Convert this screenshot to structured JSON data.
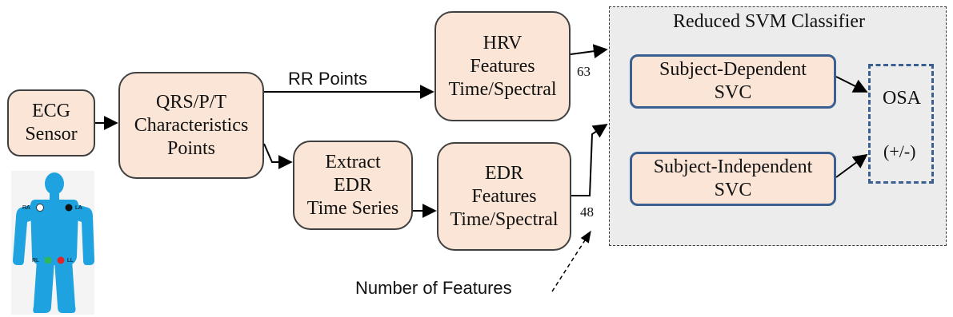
{
  "nodes": {
    "ecg_sensor": [
      "ECG",
      "Sensor"
    ],
    "qrs": [
      "QRS/P/T",
      "Characteristics",
      "Points"
    ],
    "hrv": [
      "HRV",
      "Features",
      "Time/Spectral"
    ],
    "extract_edr": [
      "Extract",
      "EDR",
      "Time Series"
    ],
    "edr_features": [
      "EDR",
      "Features",
      "Time/Spectral"
    ],
    "svc_dependent": [
      "Subject-Dependent",
      "SVC"
    ],
    "svc_independent": [
      "Subject-Independent",
      "SVC"
    ],
    "osa": [
      "OSA",
      "(+/-)"
    ]
  },
  "labels": {
    "svm_title": "Reduced SVM Classifier",
    "rr_points": "RR Points",
    "hrv_count": "63",
    "edr_count": "48",
    "number_of_features": "Number of Features"
  },
  "body_figure": {
    "electrodes": [
      "RA",
      "LA",
      "RL",
      "LL"
    ]
  },
  "colors": {
    "box_fill": "#fbe5d6",
    "svc_border": "#3b5f91",
    "panel_fill": "#ececec",
    "body": "#1fa3e0"
  }
}
